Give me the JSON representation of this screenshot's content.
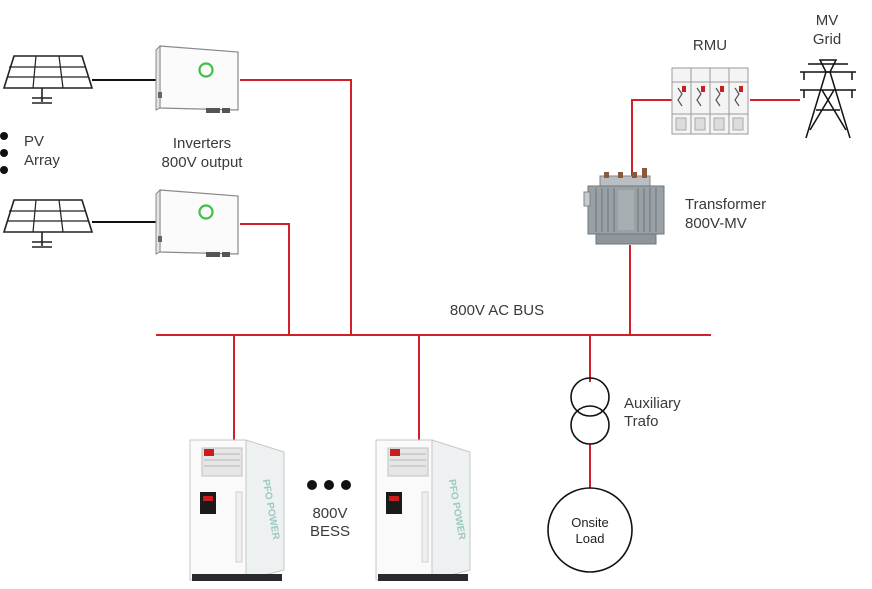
{
  "colors": {
    "bus_line": "#d0202a",
    "feed_line": "#111111",
    "text": "#3a3a3a",
    "cabinet_accent": "#c81e1e",
    "inverter_led": "#3fbf4a",
    "transformer_body": "#9aa1a6"
  },
  "labels": {
    "pv_array": [
      "PV",
      "Array"
    ],
    "inverters": [
      "Inverters",
      "800V output"
    ],
    "ac_bus": "800V AC BUS",
    "bess": [
      "800V",
      "BESS"
    ],
    "transformer": [
      "Transformer",
      "800V-MV"
    ],
    "rmu": "RMU",
    "mv_grid": [
      "MV",
      "Grid"
    ],
    "aux_trafo": [
      "Auxiliary",
      "Trafo"
    ],
    "onsite_load": [
      "Onsite",
      "Load"
    ],
    "bess_brand": "PFO POWER"
  },
  "icons": {
    "solar_panel": "solar-panel-icon",
    "inverter": "inverter-icon",
    "bess": "battery-cabinet-icon",
    "transformer": "transformer-icon",
    "rmu": "switchgear-icon",
    "pylon": "transmission-tower-icon",
    "aux_trafo": "transformer-symbol-icon",
    "load": "load-circle-icon"
  }
}
